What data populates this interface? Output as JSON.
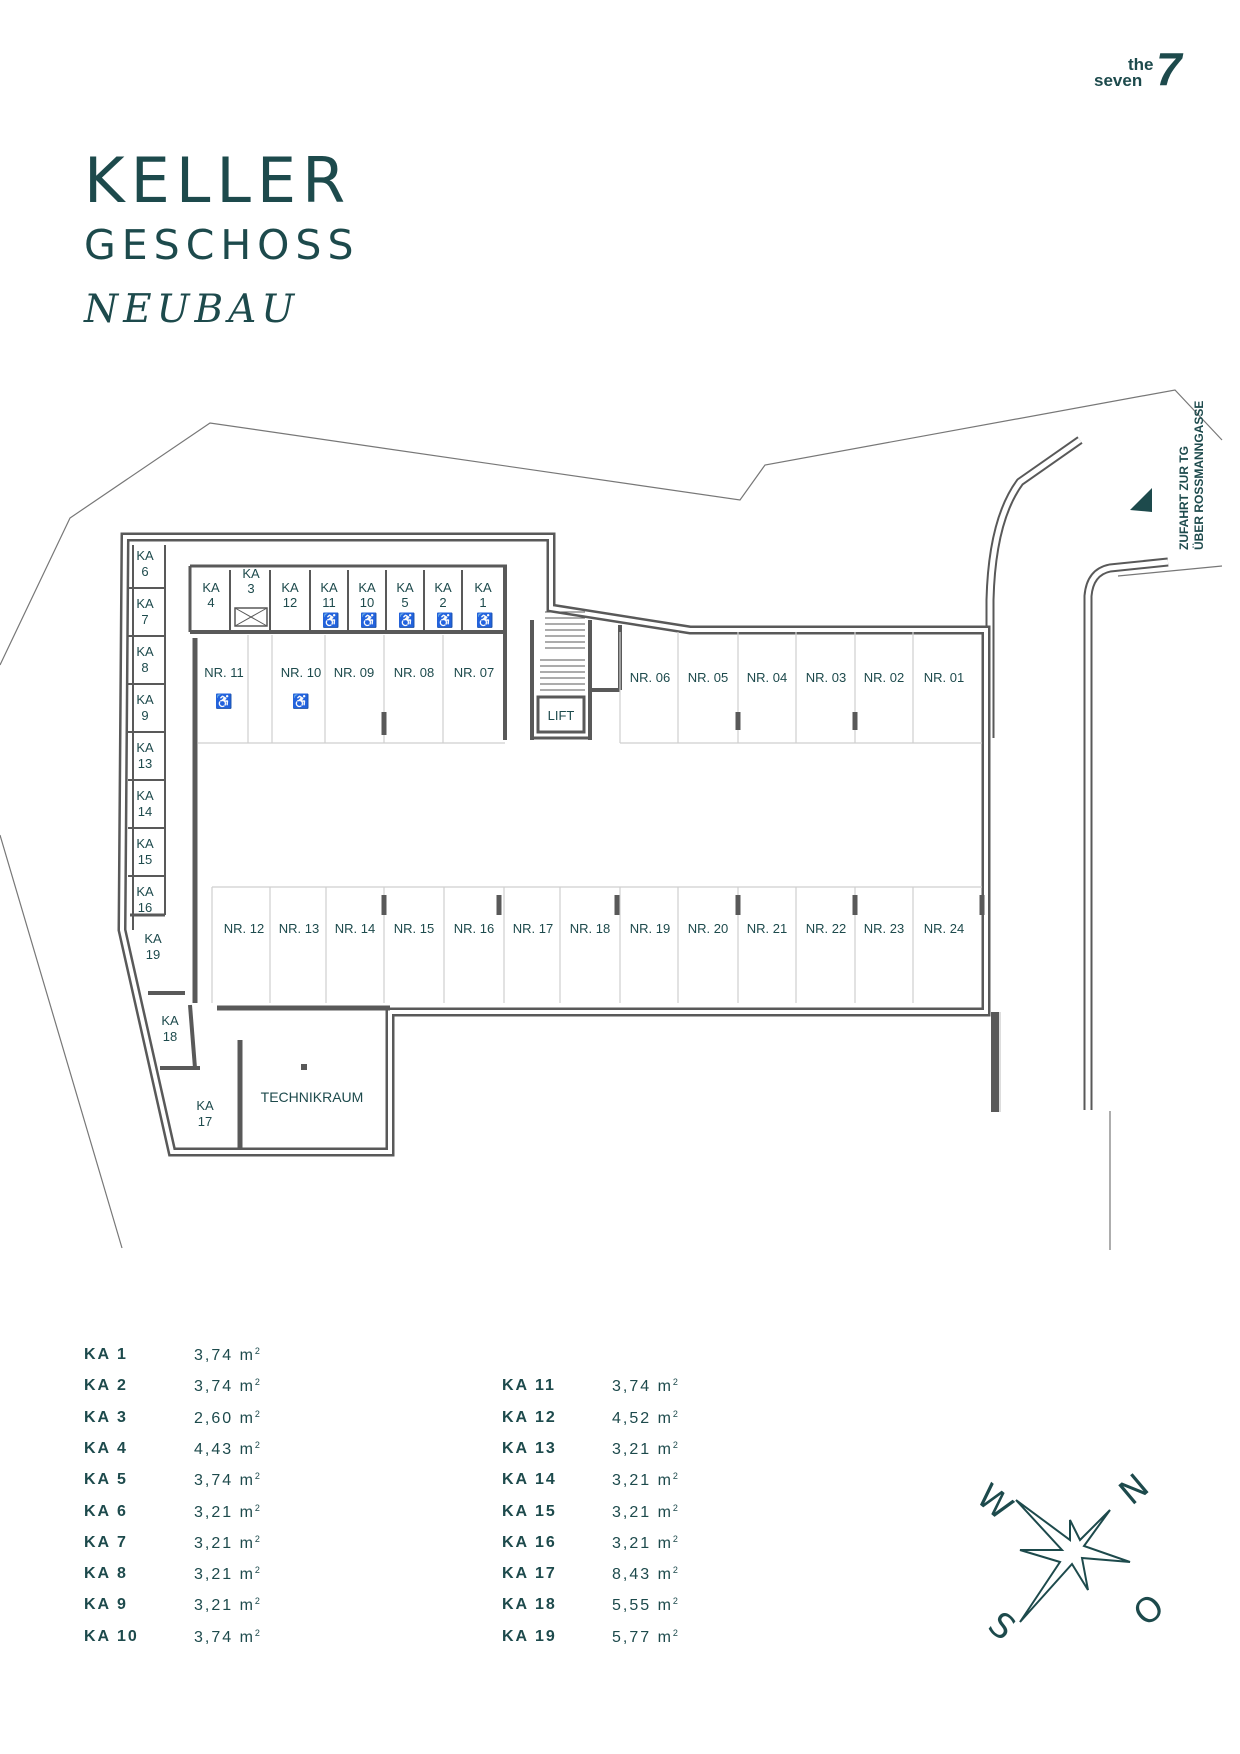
{
  "header": {
    "title_line1": "KELLER",
    "title_line2": "GESCHOSS",
    "title_line3": "NEUBAU"
  },
  "logo": {
    "word1": "the",
    "word2": "seven",
    "numeral": "7"
  },
  "colors": {
    "primary": "#1d4a4c",
    "wall": "#595959",
    "line": "#cccccc"
  },
  "plan": {
    "access_label_1": "ZUFAHRT ZUR TG",
    "access_label_2": "ÜBER ROSSMANNGASSE",
    "lift": "LIFT",
    "technikraum": "TECHNIKRAUM",
    "cellars_top": [
      {
        "l1": "KA",
        "l2": "4",
        "accessible": false
      },
      {
        "l1": "KA",
        "l2": "3",
        "accessible": false
      },
      {
        "l1": "KA",
        "l2": "12",
        "accessible": false
      },
      {
        "l1": "KA",
        "l2": "11",
        "accessible": true
      },
      {
        "l1": "KA",
        "l2": "10",
        "accessible": true
      },
      {
        "l1": "KA",
        "l2": "5",
        "accessible": true
      },
      {
        "l1": "KA",
        "l2": "2",
        "accessible": true
      },
      {
        "l1": "KA",
        "l2": "1",
        "accessible": true
      }
    ],
    "cellars_left": [
      {
        "l1": "KA",
        "l2": "6"
      },
      {
        "l1": "KA",
        "l2": "7"
      },
      {
        "l1": "KA",
        "l2": "8"
      },
      {
        "l1": "KA",
        "l2": "9"
      },
      {
        "l1": "KA",
        "l2": "13"
      },
      {
        "l1": "KA",
        "l2": "14"
      },
      {
        "l1": "KA",
        "l2": "15"
      },
      {
        "l1": "KA",
        "l2": "16"
      }
    ],
    "cellars_lower": [
      {
        "l1": "KA",
        "l2": "19"
      },
      {
        "l1": "KA",
        "l2": "18"
      },
      {
        "l1": "KA",
        "l2": "17"
      }
    ],
    "parking_top_left": [
      {
        "label": "NR. 11",
        "accessible": true
      },
      {
        "label": "NR. 10",
        "accessible": true
      },
      {
        "label": "NR. 09",
        "accessible": false
      },
      {
        "label": "NR. 08",
        "accessible": false
      },
      {
        "label": "NR. 07",
        "accessible": false
      }
    ],
    "parking_top_right": [
      "NR. 06",
      "NR. 05",
      "NR. 04",
      "NR. 03",
      "NR. 02",
      "NR. 01"
    ],
    "parking_bottom": [
      "NR. 12",
      "NR. 13",
      "NR. 14",
      "NR. 15",
      "NR. 16",
      "NR. 17",
      "NR. 18",
      "NR. 19",
      "NR. 20",
      "NR. 21",
      "NR. 22",
      "NR. 23",
      "NR. 24"
    ]
  },
  "areas": {
    "unit": "m",
    "exponent": "2",
    "left": [
      {
        "label": "KA 1",
        "value": "3,74"
      },
      {
        "label": "KA 2",
        "value": "3,74"
      },
      {
        "label": "KA 3",
        "value": "2,60"
      },
      {
        "label": "KA 4",
        "value": "4,43"
      },
      {
        "label": "KA 5",
        "value": "3,74"
      },
      {
        "label": "KA 6",
        "value": "3,21"
      },
      {
        "label": "KA 7",
        "value": "3,21"
      },
      {
        "label": "KA 8",
        "value": "3,21"
      },
      {
        "label": "KA 9",
        "value": "3,21"
      },
      {
        "label": "KA 10",
        "value": "3,74"
      }
    ],
    "right": [
      {
        "label": "KA 11",
        "value": "3,74"
      },
      {
        "label": "KA 12",
        "value": "4,52"
      },
      {
        "label": "KA 13",
        "value": "3,21"
      },
      {
        "label": "KA 14",
        "value": "3,21"
      },
      {
        "label": "KA 15",
        "value": "3,21"
      },
      {
        "label": "KA 16",
        "value": "3,21"
      },
      {
        "label": "KA 17",
        "value": "8,43"
      },
      {
        "label": "KA 18",
        "value": "5,55"
      },
      {
        "label": "KA 19",
        "value": "5,77"
      }
    ]
  },
  "compass": {
    "n": "N",
    "o": "O",
    "s": "S",
    "w": "W"
  }
}
